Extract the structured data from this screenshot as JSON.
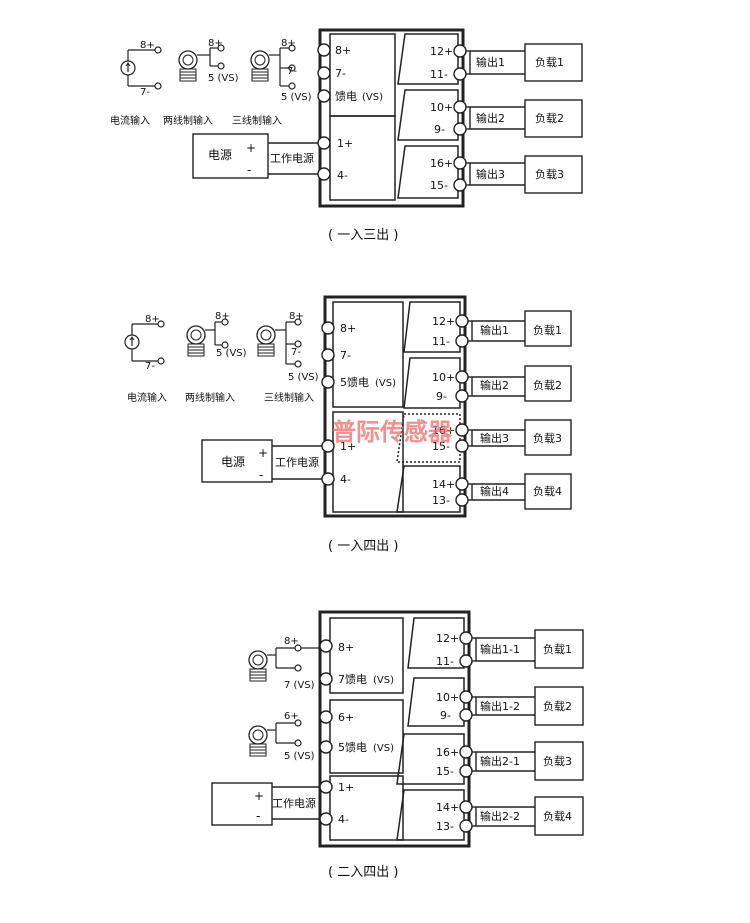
{
  "diagram1": {
    "caption": "( 一入三出 )",
    "inputs": {
      "current": "电流输入",
      "two_wire": "两线制输入",
      "three_wire": "三线制输入"
    },
    "sensor_terms": {
      "a_top": "8+",
      "a_bot": "7-",
      "b_top": "8+",
      "b_bot": "5 (VS)",
      "c_top": "8+",
      "c_mid": "7-",
      "c_bot": "5 (VS)"
    },
    "left_terms": {
      "t8": "8+",
      "t7": "7-",
      "feed": "馈电",
      "feed_vs": "(VS)",
      "t1": "1+",
      "t4": "4-"
    },
    "power": {
      "label": "电源",
      "plus": "+",
      "minus": "-",
      "work": "工作电源"
    },
    "outputs": [
      {
        "plus": "12+",
        "minus": "11-",
        "out": "输出1",
        "load": "负载1"
      },
      {
        "plus": "10+",
        "minus": "9-",
        "out": "输出2",
        "load": "负载2"
      },
      {
        "plus": "16+",
        "minus": "15-",
        "out": "输出3",
        "load": "负载3"
      }
    ]
  },
  "diagram2": {
    "caption": "( 一入四出 )",
    "inputs": {
      "current": "电流输入",
      "two_wire": "两线制输入",
      "three_wire": "三线制输入"
    },
    "sensor_terms": {
      "a_top": "8+",
      "a_bot": "7-",
      "b_top": "8+",
      "b_bot": "5 (VS)",
      "c_top": "8+",
      "c_mid": "7-",
      "c_bot": "5 (VS)"
    },
    "left_terms": {
      "t8": "8+",
      "t7": "7-",
      "feed": "5馈电",
      "feed_vs": "(VS)",
      "t1": "1+",
      "t4": "4-"
    },
    "power": {
      "label": "电源",
      "plus": "+",
      "minus": "-",
      "work": "工作电源"
    },
    "watermark": "普际传感器",
    "outputs": [
      {
        "plus": "12+",
        "minus": "11-",
        "out": "输出1",
        "load": "负载1"
      },
      {
        "plus": "10+",
        "minus": "9-",
        "out": "输出2",
        "load": "负载2"
      },
      {
        "plus": "16+",
        "minus": "15-",
        "out": "输出3",
        "load": "负载3"
      },
      {
        "plus": "14+",
        "minus": "13-",
        "out": "输出4",
        "load": "负载4"
      }
    ]
  },
  "diagram3": {
    "caption": "( 二入四出 )",
    "sensor_terms": {
      "a_top": "8+",
      "a_bot": "7 (VS)",
      "b_top": "6+",
      "b_bot": "5 (VS)"
    },
    "left_terms": {
      "t8": "8+",
      "feed1": "7馈电",
      "feed1_vs": "(VS)",
      "t6": "6+",
      "feed2": "5馈电",
      "feed2_vs": "(VS)",
      "t1": "1+",
      "t4": "4-"
    },
    "power": {
      "plus": "+",
      "minus": "-",
      "work": "工作电源"
    },
    "outputs": [
      {
        "plus": "12+",
        "minus": "11-",
        "out": "输出1-1",
        "load": "负载1"
      },
      {
        "plus": "10+",
        "minus": "9-",
        "out": "输出1-2",
        "load": "负载2"
      },
      {
        "plus": "16+",
        "minus": "15-",
        "out": "输出2-1",
        "load": "负载3"
      },
      {
        "plus": "14+",
        "minus": "13-",
        "out": "输出2-2",
        "load": "负载4"
      }
    ]
  }
}
